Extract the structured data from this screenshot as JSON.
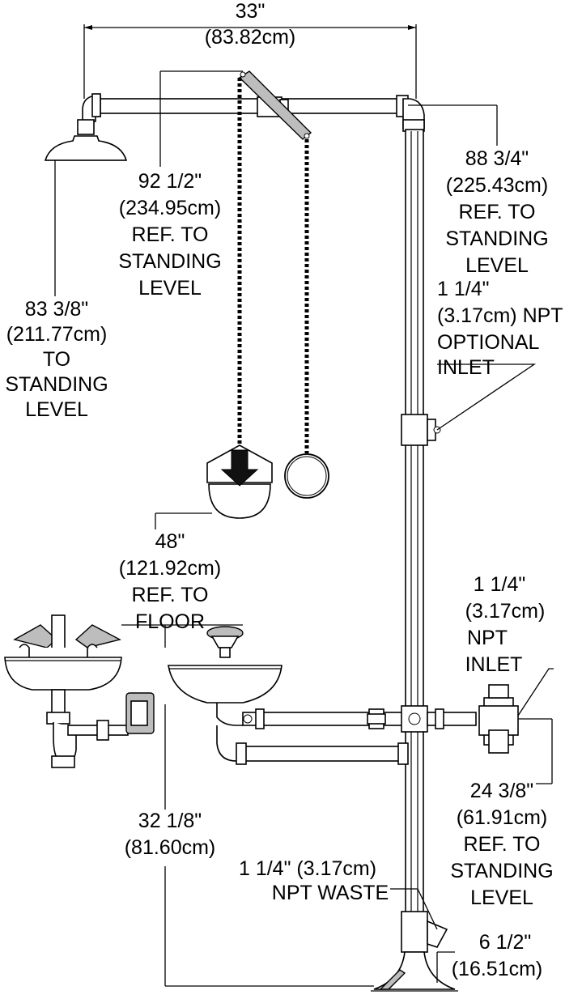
{
  "dimensions": {
    "width": {
      "line1": "33\"",
      "line2": "(83.82cm)"
    },
    "shower_chain": {
      "lines": [
        "92 1/2\"",
        "(234.95cm)",
        "REF. TO",
        "STANDING",
        "LEVEL"
      ]
    },
    "pipe_height": {
      "lines": [
        "88 3/4\"",
        "(225.43cm)",
        "REF. TO",
        "STANDING",
        "LEVEL"
      ]
    },
    "optional_inlet": {
      "lines": [
        "1 1/4\"",
        "(3.17cm) NPT",
        "OPTIONAL",
        "INLET"
      ]
    },
    "shower_head": {
      "lines": [
        "83 3/8\"",
        "(211.77cm)",
        "TO",
        "STANDING",
        "LEVEL"
      ]
    },
    "pull_handle": {
      "lines": [
        "48\"",
        "(121.92cm)",
        "REF. TO",
        "FLOOR"
      ]
    },
    "npt_inlet": {
      "lines": [
        "1 1/4\"",
        "(3.17cm)",
        "NPT",
        "INLET"
      ]
    },
    "eyewash_height": {
      "lines": [
        "32 1/8\"",
        "(81.60cm)"
      ]
    },
    "inlet_height": {
      "lines": [
        "24 3/8\"",
        "(61.91cm)",
        "REF. TO",
        "STANDING",
        "LEVEL"
      ]
    },
    "waste": {
      "lines": [
        "1 1/4\" (3.17cm)",
        "NPT WASTE"
      ]
    },
    "base": {
      "lines": [
        "6 1/2\"",
        "(16.51cm)"
      ]
    }
  }
}
